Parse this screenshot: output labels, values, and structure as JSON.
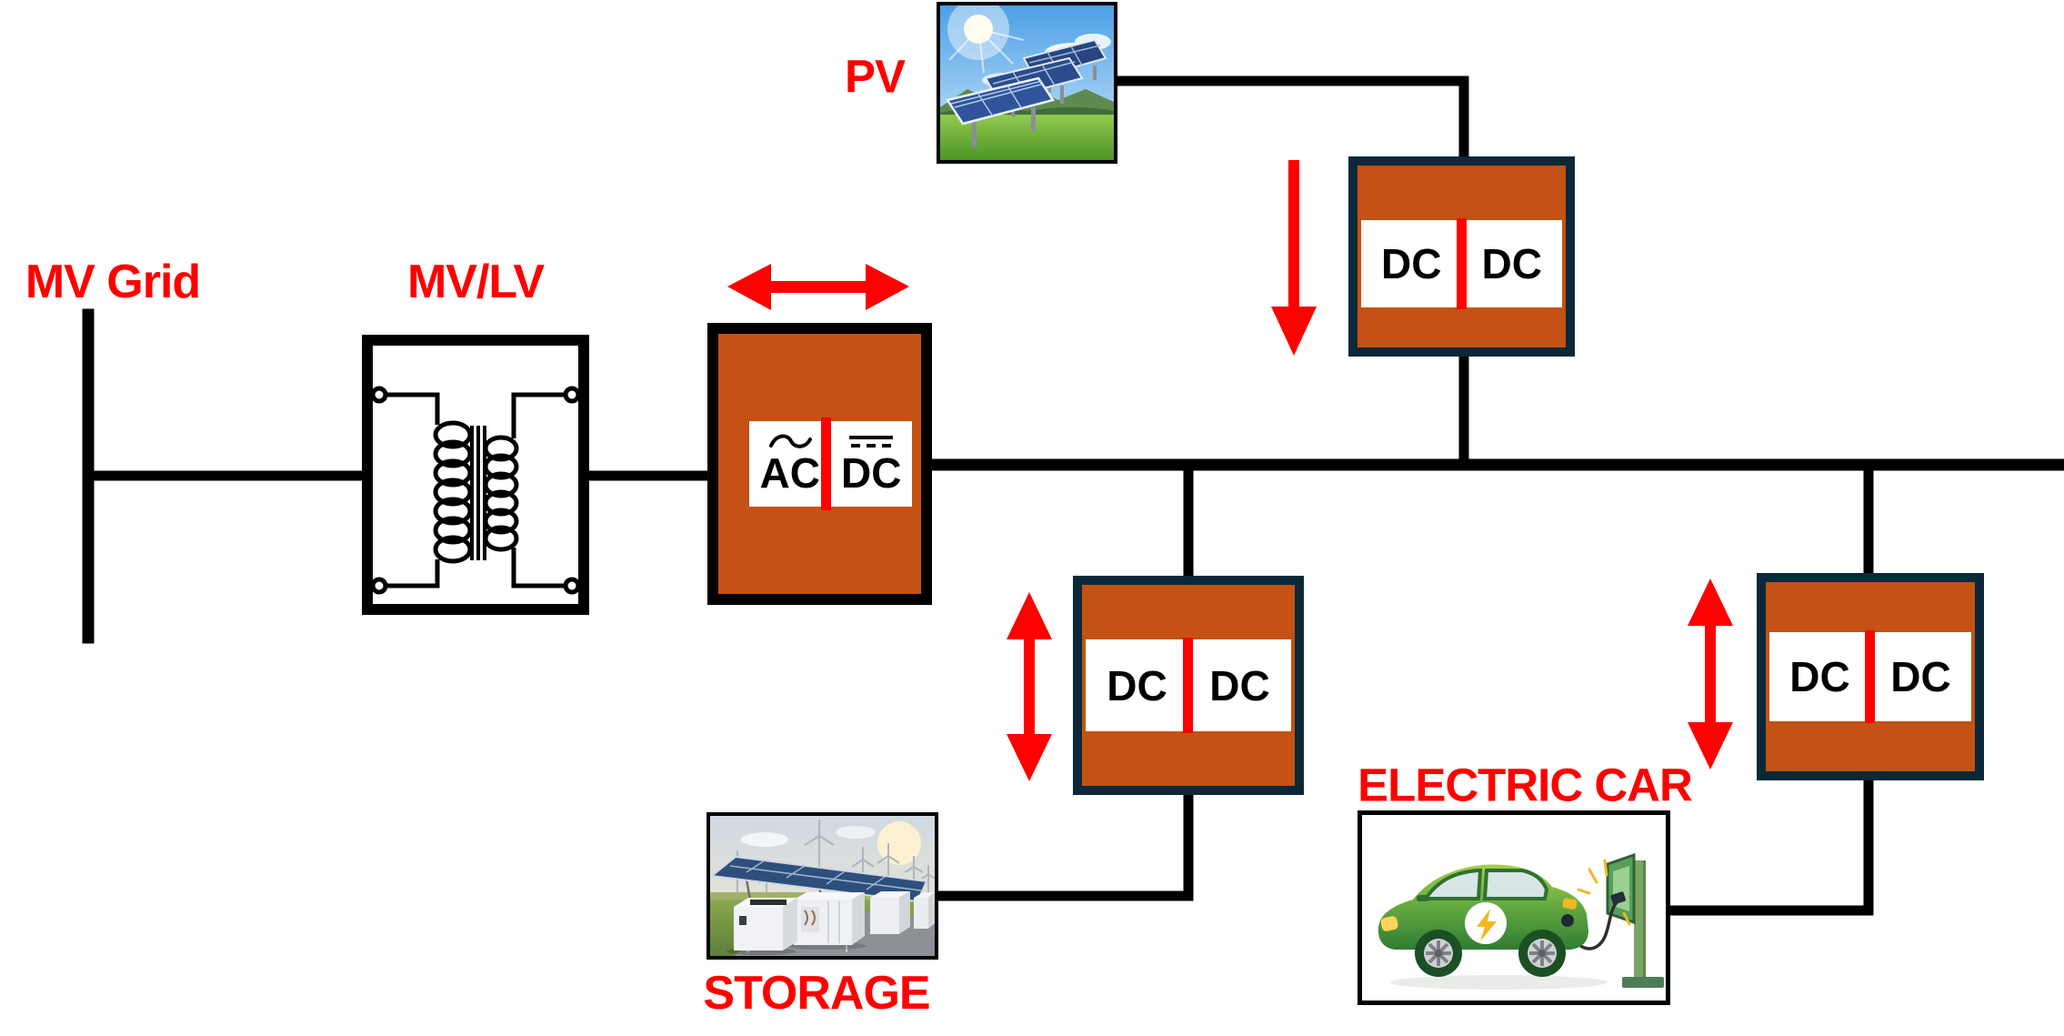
{
  "labels": {
    "mv_grid": "MV Grid",
    "mv_lv": "MV/LV",
    "pv": "PV",
    "storage": "STORAGE",
    "electric_car": "ELECTRIC CAR"
  },
  "converters": {
    "ac_dc": {
      "left": "AC",
      "right": "DC"
    },
    "pv_dc_dc": {
      "left": "DC",
      "right": "DC"
    },
    "storage_dc_dc": {
      "left": "DC",
      "right": "DC"
    },
    "ev_dc_dc": {
      "left": "DC",
      "right": "DC"
    }
  },
  "colors": {
    "label_red": "#ff0000",
    "arrow_red": "#ff0000",
    "converter_fill": "#c35214",
    "dcdc_border": "#0b2839",
    "acdc_border": "#000000",
    "wire_black": "#000000",
    "panel_white": "#ffffff"
  }
}
